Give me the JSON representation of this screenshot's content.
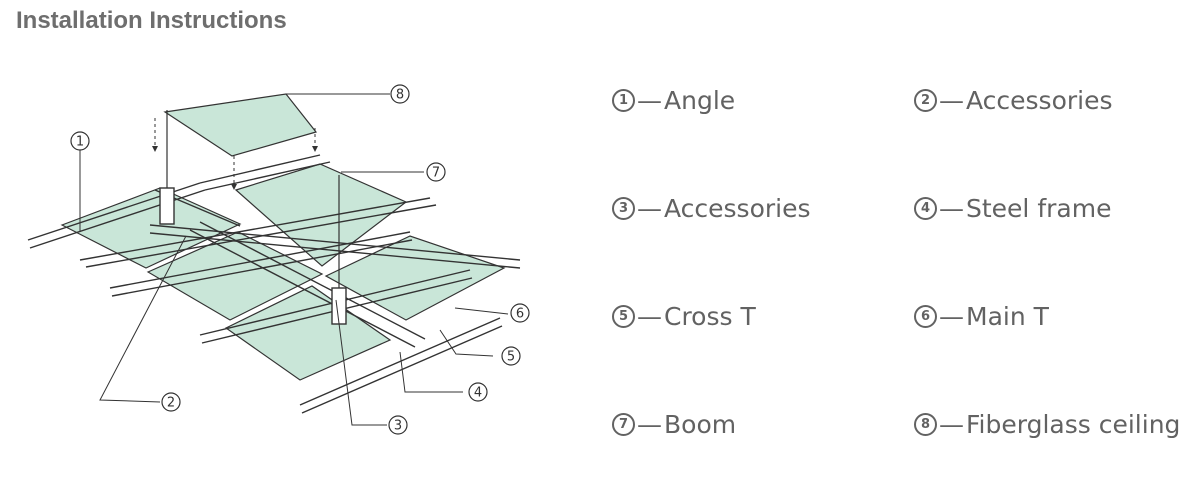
{
  "title": "Installation Instructions",
  "callouts": [
    "1",
    "2",
    "3",
    "4",
    "5",
    "6",
    "7",
    "8"
  ],
  "legend": [
    {
      "num": "1",
      "dash": "—",
      "label": "Angle"
    },
    {
      "num": "2",
      "dash": "—",
      "label": "Accessories"
    },
    {
      "num": "3",
      "dash": "—",
      "label": "Accessories"
    },
    {
      "num": "4",
      "dash": "—",
      "label": "Steel frame"
    },
    {
      "num": "5",
      "dash": "—",
      "label": "Cross T"
    },
    {
      "num": "6",
      "dash": "—",
      "label": "Main T"
    },
    {
      "num": "7",
      "dash": "—",
      "label": "Boom"
    },
    {
      "num": "8",
      "dash": "—",
      "label": "Fiberglass ceiling"
    }
  ],
  "colors": {
    "panel": "#c9e6d8",
    "line": "#333333",
    "text": "#626262",
    "title": "#6e6e6e"
  }
}
